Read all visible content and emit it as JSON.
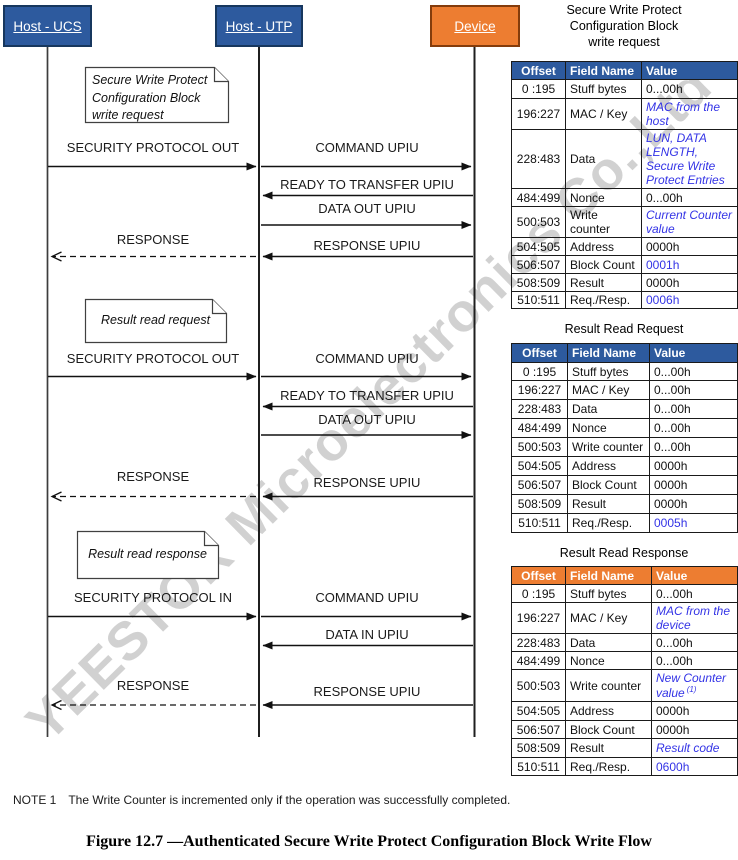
{
  "watermark": {
    "text": "YEESTOR Microelectronics Co.,Ltd",
    "color": "#c6c6c6"
  },
  "colors": {
    "blue_accent": "#2D5A9E",
    "orange_accent": "#ED7D31",
    "value_blue": "#3333E6"
  },
  "actors": [
    {
      "label": "Host - UCS"
    },
    {
      "label": "Host - UTP"
    },
    {
      "label": "Device"
    }
  ],
  "notes": [
    {
      "text": "Secure Write Protect\nConfiguration Block\nwrite request"
    },
    {
      "text": "Result read request"
    },
    {
      "text": "Result read response"
    }
  ],
  "messages": [
    {
      "text": "SECURITY PROTOCOL OUT"
    },
    {
      "text": "COMMAND UPIU"
    },
    {
      "text": "READY TO TRANSFER UPIU"
    },
    {
      "text": "DATA OUT UPIU"
    },
    {
      "text": "RESPONSE"
    },
    {
      "text": "RESPONSE UPIU"
    },
    {
      "text": "SECURITY PROTOCOL OUT"
    },
    {
      "text": "COMMAND UPIU"
    },
    {
      "text": "READY TO TRANSFER UPIU"
    },
    {
      "text": "DATA OUT UPIU"
    },
    {
      "text": "RESPONSE"
    },
    {
      "text": "RESPONSE UPIU"
    },
    {
      "text": "SECURITY PROTOCOL IN"
    },
    {
      "text": "COMMAND UPIU"
    },
    {
      "text": "DATA IN UPIU"
    },
    {
      "text": "RESPONSE"
    },
    {
      "text": "RESPONSE UPIU"
    }
  ],
  "tables": [
    {
      "title": "Secure Write Protect\nConfiguration Block\nwrite request",
      "headers": [
        "Offset",
        "Field Name",
        "Value"
      ],
      "rows": [
        {
          "offset": "0 :195",
          "field": "Stuff bytes",
          "value": "0...00h"
        },
        {
          "offset": "196:227",
          "field": "MAC / Key",
          "value": "MAC from the host"
        },
        {
          "offset": "228:483",
          "field": "Data",
          "value": "LUN, DATA LENGTH, Secure Write Protect Entries"
        },
        {
          "offset": "484:499",
          "field": "Nonce",
          "value": "0...00h"
        },
        {
          "offset": "500:503",
          "field": "Write counter",
          "value": "Current Counter value"
        },
        {
          "offset": "504:505",
          "field": "Address",
          "value": "0000h"
        },
        {
          "offset": "506:507",
          "field": "Block Count",
          "value": "0001h"
        },
        {
          "offset": "508:509",
          "field": "Result",
          "value": "0000h"
        },
        {
          "offset": "510:511",
          "field": "Req./Resp.",
          "value": "0006h"
        }
      ]
    },
    {
      "title": "Result Read Request",
      "headers": [
        "Offset",
        "Field Name",
        "Value"
      ],
      "rows": [
        {
          "offset": "0 :195",
          "field": "Stuff bytes",
          "value": "0...00h"
        },
        {
          "offset": "196:227",
          "field": "MAC / Key",
          "value": "0...00h"
        },
        {
          "offset": "228:483",
          "field": "Data",
          "value": "0...00h"
        },
        {
          "offset": "484:499",
          "field": "Nonce",
          "value": "0...00h"
        },
        {
          "offset": "500:503",
          "field": "Write counter",
          "value": "0...00h"
        },
        {
          "offset": "504:505",
          "field": "Address",
          "value": "0000h"
        },
        {
          "offset": "506:507",
          "field": "Block Count",
          "value": "0000h"
        },
        {
          "offset": "508:509",
          "field": "Result",
          "value": "0000h"
        },
        {
          "offset": "510:511",
          "field": "Req./Resp.",
          "value": "0005h"
        }
      ]
    },
    {
      "title": "Result Read Response",
      "headers": [
        "Offset",
        "Field Name",
        "Value"
      ],
      "rows": [
        {
          "offset": "0 :195",
          "field": "Stuff bytes",
          "value": "0...00h"
        },
        {
          "offset": "196:227",
          "field": "MAC / Key",
          "value": "MAC from the device"
        },
        {
          "offset": "228:483",
          "field": "Data",
          "value": "0...00h"
        },
        {
          "offset": "484:499",
          "field": "Nonce",
          "value": "0...00h"
        },
        {
          "offset": "500:503",
          "field": "Write counter",
          "value": "New Counter value",
          "value_sup": "(1)"
        },
        {
          "offset": "504:505",
          "field": "Address",
          "value": "0000h"
        },
        {
          "offset": "506:507",
          "field": "Block Count",
          "value": "0000h"
        },
        {
          "offset": "508:509",
          "field": "Result",
          "value": "Result code"
        },
        {
          "offset": "510:511",
          "field": "Req./Resp.",
          "value": "0600h"
        }
      ]
    }
  ],
  "footnote": {
    "label": "NOTE 1",
    "text": "The Write Counter is incremented only if the operation was successfully completed."
  },
  "caption": "Figure 12.7 —Authenticated Secure Write Protect Configuration Block Write Flow"
}
